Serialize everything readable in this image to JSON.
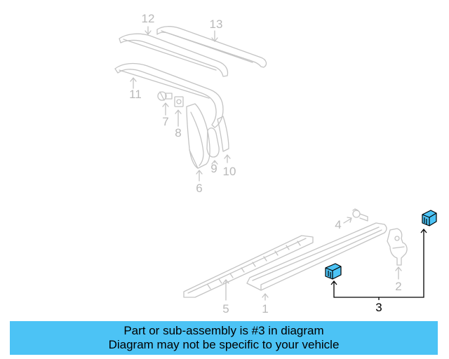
{
  "callouts": {
    "c1": "1",
    "c2": "2",
    "c3": "3",
    "c4": "4",
    "c5": "5",
    "c6": "6",
    "c7": "7",
    "c8": "8",
    "c9": "9",
    "c10": "10",
    "c11": "11",
    "c12": "12",
    "c13": "13"
  },
  "highlighted_part": "3",
  "colors": {
    "inactive_lines": "#c4c4c4",
    "inactive_text": "#b9b9b9",
    "highlight_fill": "#4cc3f5",
    "highlight_stroke": "#000000",
    "banner_background": "#4cc3f5"
  },
  "banner": {
    "line1": "Part or sub-assembly is #3 in diagram",
    "line2": "Diagram may not be specific to your vehicle"
  }
}
